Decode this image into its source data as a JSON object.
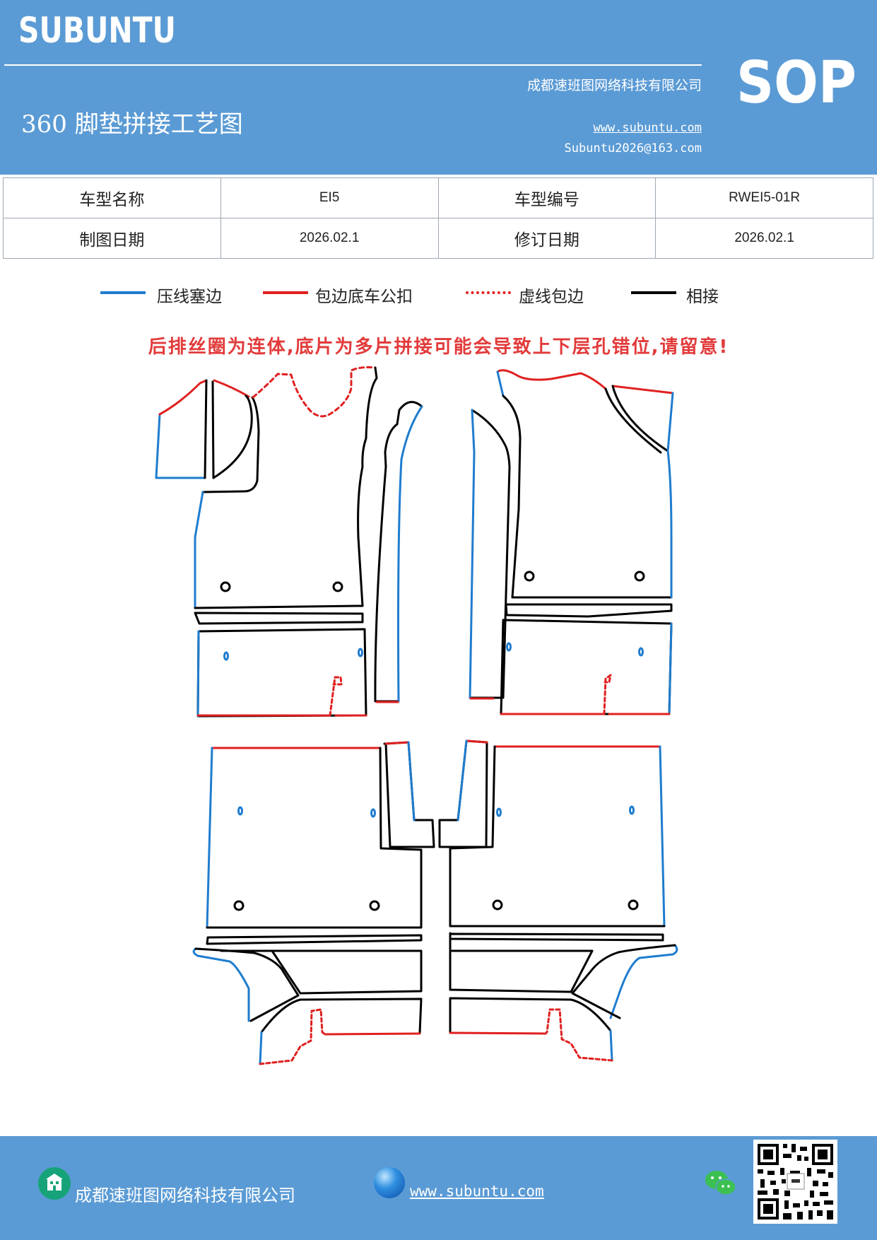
{
  "header": {
    "brand": "SUBUNTU",
    "company": "成都速班图网络科技有限公司",
    "doc_title": "360 脚垫拼接工艺图",
    "website": "www.subuntu.com",
    "email": "Subuntu2026@163.com",
    "sop": "SOP"
  },
  "info": {
    "model_name_label": "车型名称",
    "model_name": "EI5",
    "model_code_label": "车型编号",
    "model_code": "RWEI5-01R",
    "draw_date_label": "制图日期",
    "draw_date": "2026.02.1",
    "revise_date_label": "修订日期",
    "revise_date": "2026.02.1"
  },
  "legend": [
    {
      "label": "压线塞边",
      "color": "#1f7ccf",
      "style": "solid"
    },
    {
      "label": "包边底车公扣",
      "color": "#e02020",
      "style": "solid"
    },
    {
      "label": "虚线包边",
      "color": "#e02020",
      "style": "dotted"
    },
    {
      "label": "相接",
      "color": "#000000",
      "style": "solid"
    }
  ],
  "warning": "后排丝圈为连体,底片为多片拼接可能会导致上下层孔错位,请留意!",
  "footer": {
    "company": "成都速班图网络科技有限公司",
    "website": "www.subuntu.com "
  },
  "icons": [
    "building-icon",
    "globe-icon",
    "wechat-icon",
    "qr-code"
  ]
}
